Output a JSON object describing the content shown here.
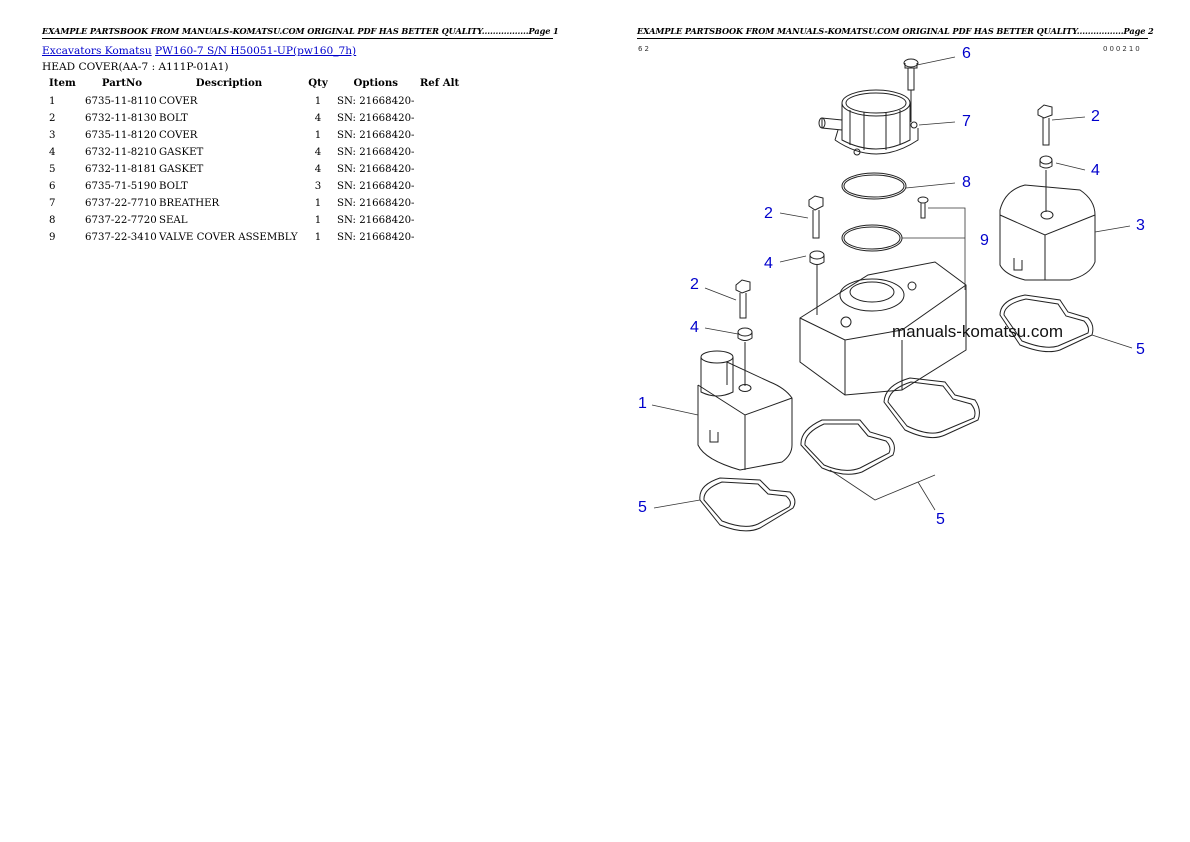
{
  "page1": {
    "header": "EXAMPLE PARTSBOOK FROM MANUALS-KOMATSU.COM ORIGINAL PDF HAS BETTER QUALITY.................Page 1",
    "breadcrumb": {
      "link1": "Excavators Komatsu",
      "link2": "PW160-7 S/N H50051-UP(pw160_7h)"
    },
    "subtitle": "HEAD COVER(AA-7 : A111P-01A1)",
    "table": {
      "columns": [
        "Item",
        "PartNo",
        "Description",
        "Qty",
        "Options",
        "Ref Alt"
      ],
      "rows": [
        {
          "item": "1",
          "partno": "6735-11-8110",
          "description": "COVER",
          "qty": "1",
          "options": "SN: 21668420-",
          "ref_alt": ""
        },
        {
          "item": "2",
          "partno": "6732-11-8130",
          "description": "BOLT",
          "qty": "4",
          "options": "SN: 21668420-",
          "ref_alt": ""
        },
        {
          "item": "3",
          "partno": "6735-11-8120",
          "description": "COVER",
          "qty": "1",
          "options": "SN: 21668420-",
          "ref_alt": ""
        },
        {
          "item": "4",
          "partno": "6732-11-8210",
          "description": "GASKET",
          "qty": "4",
          "options": "SN: 21668420-",
          "ref_alt": ""
        },
        {
          "item": "5",
          "partno": "6732-11-8181",
          "description": "GASKET",
          "qty": "4",
          "options": "SN: 21668420-",
          "ref_alt": ""
        },
        {
          "item": "6",
          "partno": "6735-71-5190",
          "description": "BOLT",
          "qty": "3",
          "options": "SN: 21668420-",
          "ref_alt": ""
        },
        {
          "item": "7",
          "partno": "6737-22-7710",
          "description": "BREATHER",
          "qty": "1",
          "options": "SN: 21668420-",
          "ref_alt": ""
        },
        {
          "item": "8",
          "partno": "6737-22-7720",
          "description": "SEAL",
          "qty": "1",
          "options": "SN: 21668420-",
          "ref_alt": ""
        },
        {
          "item": "9",
          "partno": "6737-22-3410",
          "description": "VALVE COVER ASSEMBLY",
          "qty": "1",
          "options": "SN: 21668420-",
          "ref_alt": ""
        }
      ]
    }
  },
  "page2": {
    "header": "EXAMPLE PARTSBOOK FROM MANUALS-KOMATSU.COM ORIGINAL PDF HAS BETTER QUALITY.................Page 2",
    "corner_left": "62",
    "corner_right": "000210",
    "watermark": "manuals-komatsu.com",
    "callouts": {
      "c6": "6",
      "c7": "7",
      "c8": "8",
      "c9": "9",
      "c2a": "2",
      "c4a": "4",
      "c3": "3",
      "c2b": "2",
      "c4b": "4",
      "c2c": "2",
      "c4c": "4",
      "c1": "1",
      "c5a": "5",
      "c5b": "5",
      "c5c": "5"
    },
    "callout_color": "#0000cc"
  }
}
